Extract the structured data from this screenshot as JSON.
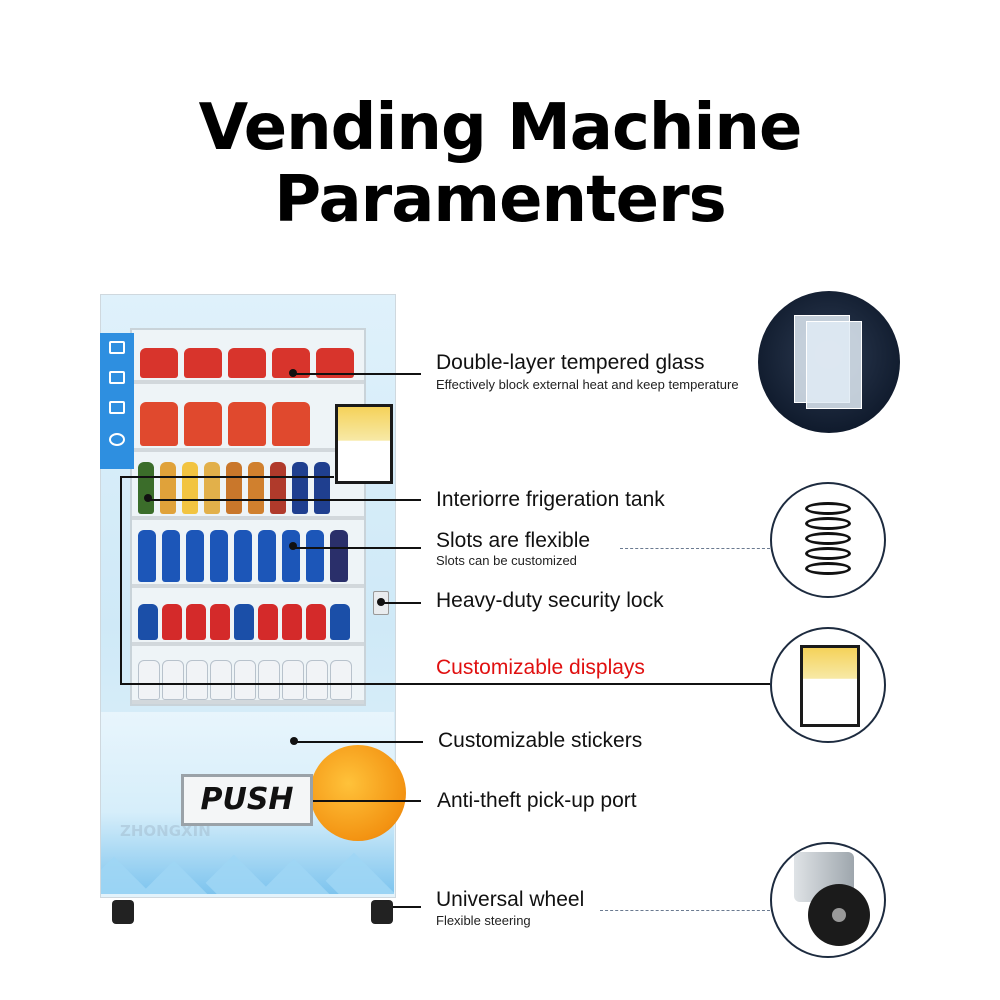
{
  "title": {
    "line1": "Vending Machine",
    "line2": "Paramenters"
  },
  "machine": {
    "push_label": "PUSH",
    "watermark": "ZHONGXIN"
  },
  "features": [
    {
      "label": "Double-layer tempered glass",
      "subtitle": "Effectively block external heat and keep temperature"
    },
    {
      "label": "Interiorre frigeration tank"
    },
    {
      "label": "Slots are flexible",
      "subtitle": "Slots can be customized"
    },
    {
      "label": "Heavy-duty security lock"
    },
    {
      "label": "Customizable displays",
      "color": "#e01010"
    },
    {
      "label": "Customizable stickers"
    },
    {
      "label": "Anti-theft pick-up port"
    },
    {
      "label": "Universal wheel",
      "subtitle": "Flexible steering"
    }
  ],
  "icons": [
    "tempered-glass-icon",
    "spiral-spring-icon",
    "display-screen-icon",
    "caster-wheel-icon"
  ],
  "colors": {
    "accent_red": "#e01010",
    "sidebar_blue": "#2e8fe0",
    "callout_line": "#111111"
  }
}
